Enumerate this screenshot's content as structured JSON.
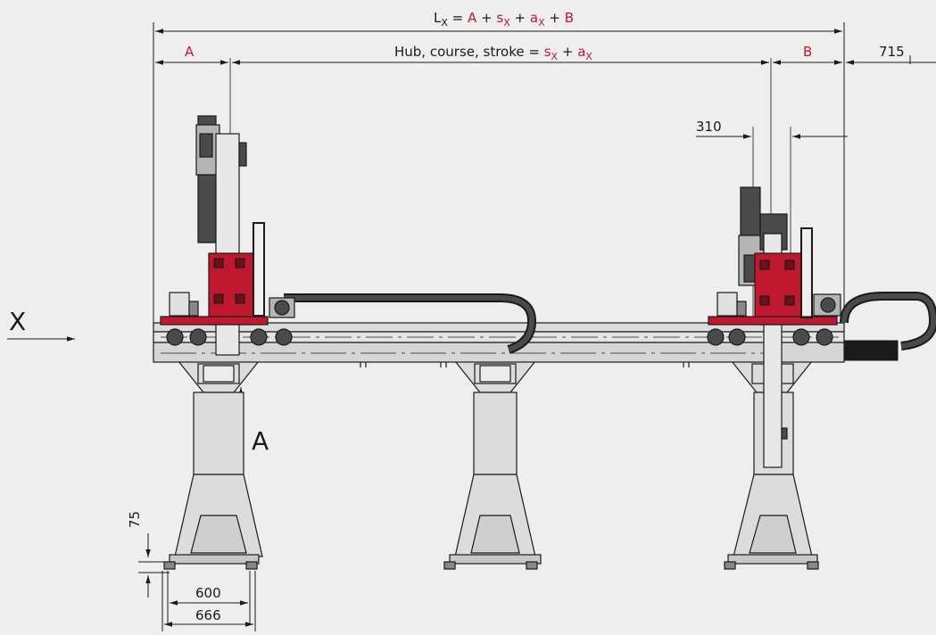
{
  "colors": {
    "background": "#eeeeee",
    "accent_red": "#c0182e",
    "line": "#1a1a1a",
    "metal_light": "#dcdcdc",
    "metal_mid": "#b5b5b5",
    "motor_dark": "#4a4a4a"
  },
  "formula": {
    "lx_base": "L",
    "lx_sub": "X",
    "eq": " = ",
    "a": "A",
    "plus1": " + ",
    "s": "s",
    "s_sub": "X",
    "plus2": " + ",
    "ax": "a",
    "ax_sub": "X",
    "plus3": " + ",
    "b": "B"
  },
  "stroke": {
    "label": "Hub, course, stroke = ",
    "s": "s",
    "s_sub": "X",
    "plus": " + ",
    "ax": "a",
    "ax_sub": "X"
  },
  "dims": {
    "a_label": "A",
    "b_label": "B",
    "d715": "715",
    "d310": "310",
    "d75": "75",
    "d600": "600",
    "d666": "666"
  },
  "axes": {
    "x_label": "X",
    "view_label": "A"
  }
}
